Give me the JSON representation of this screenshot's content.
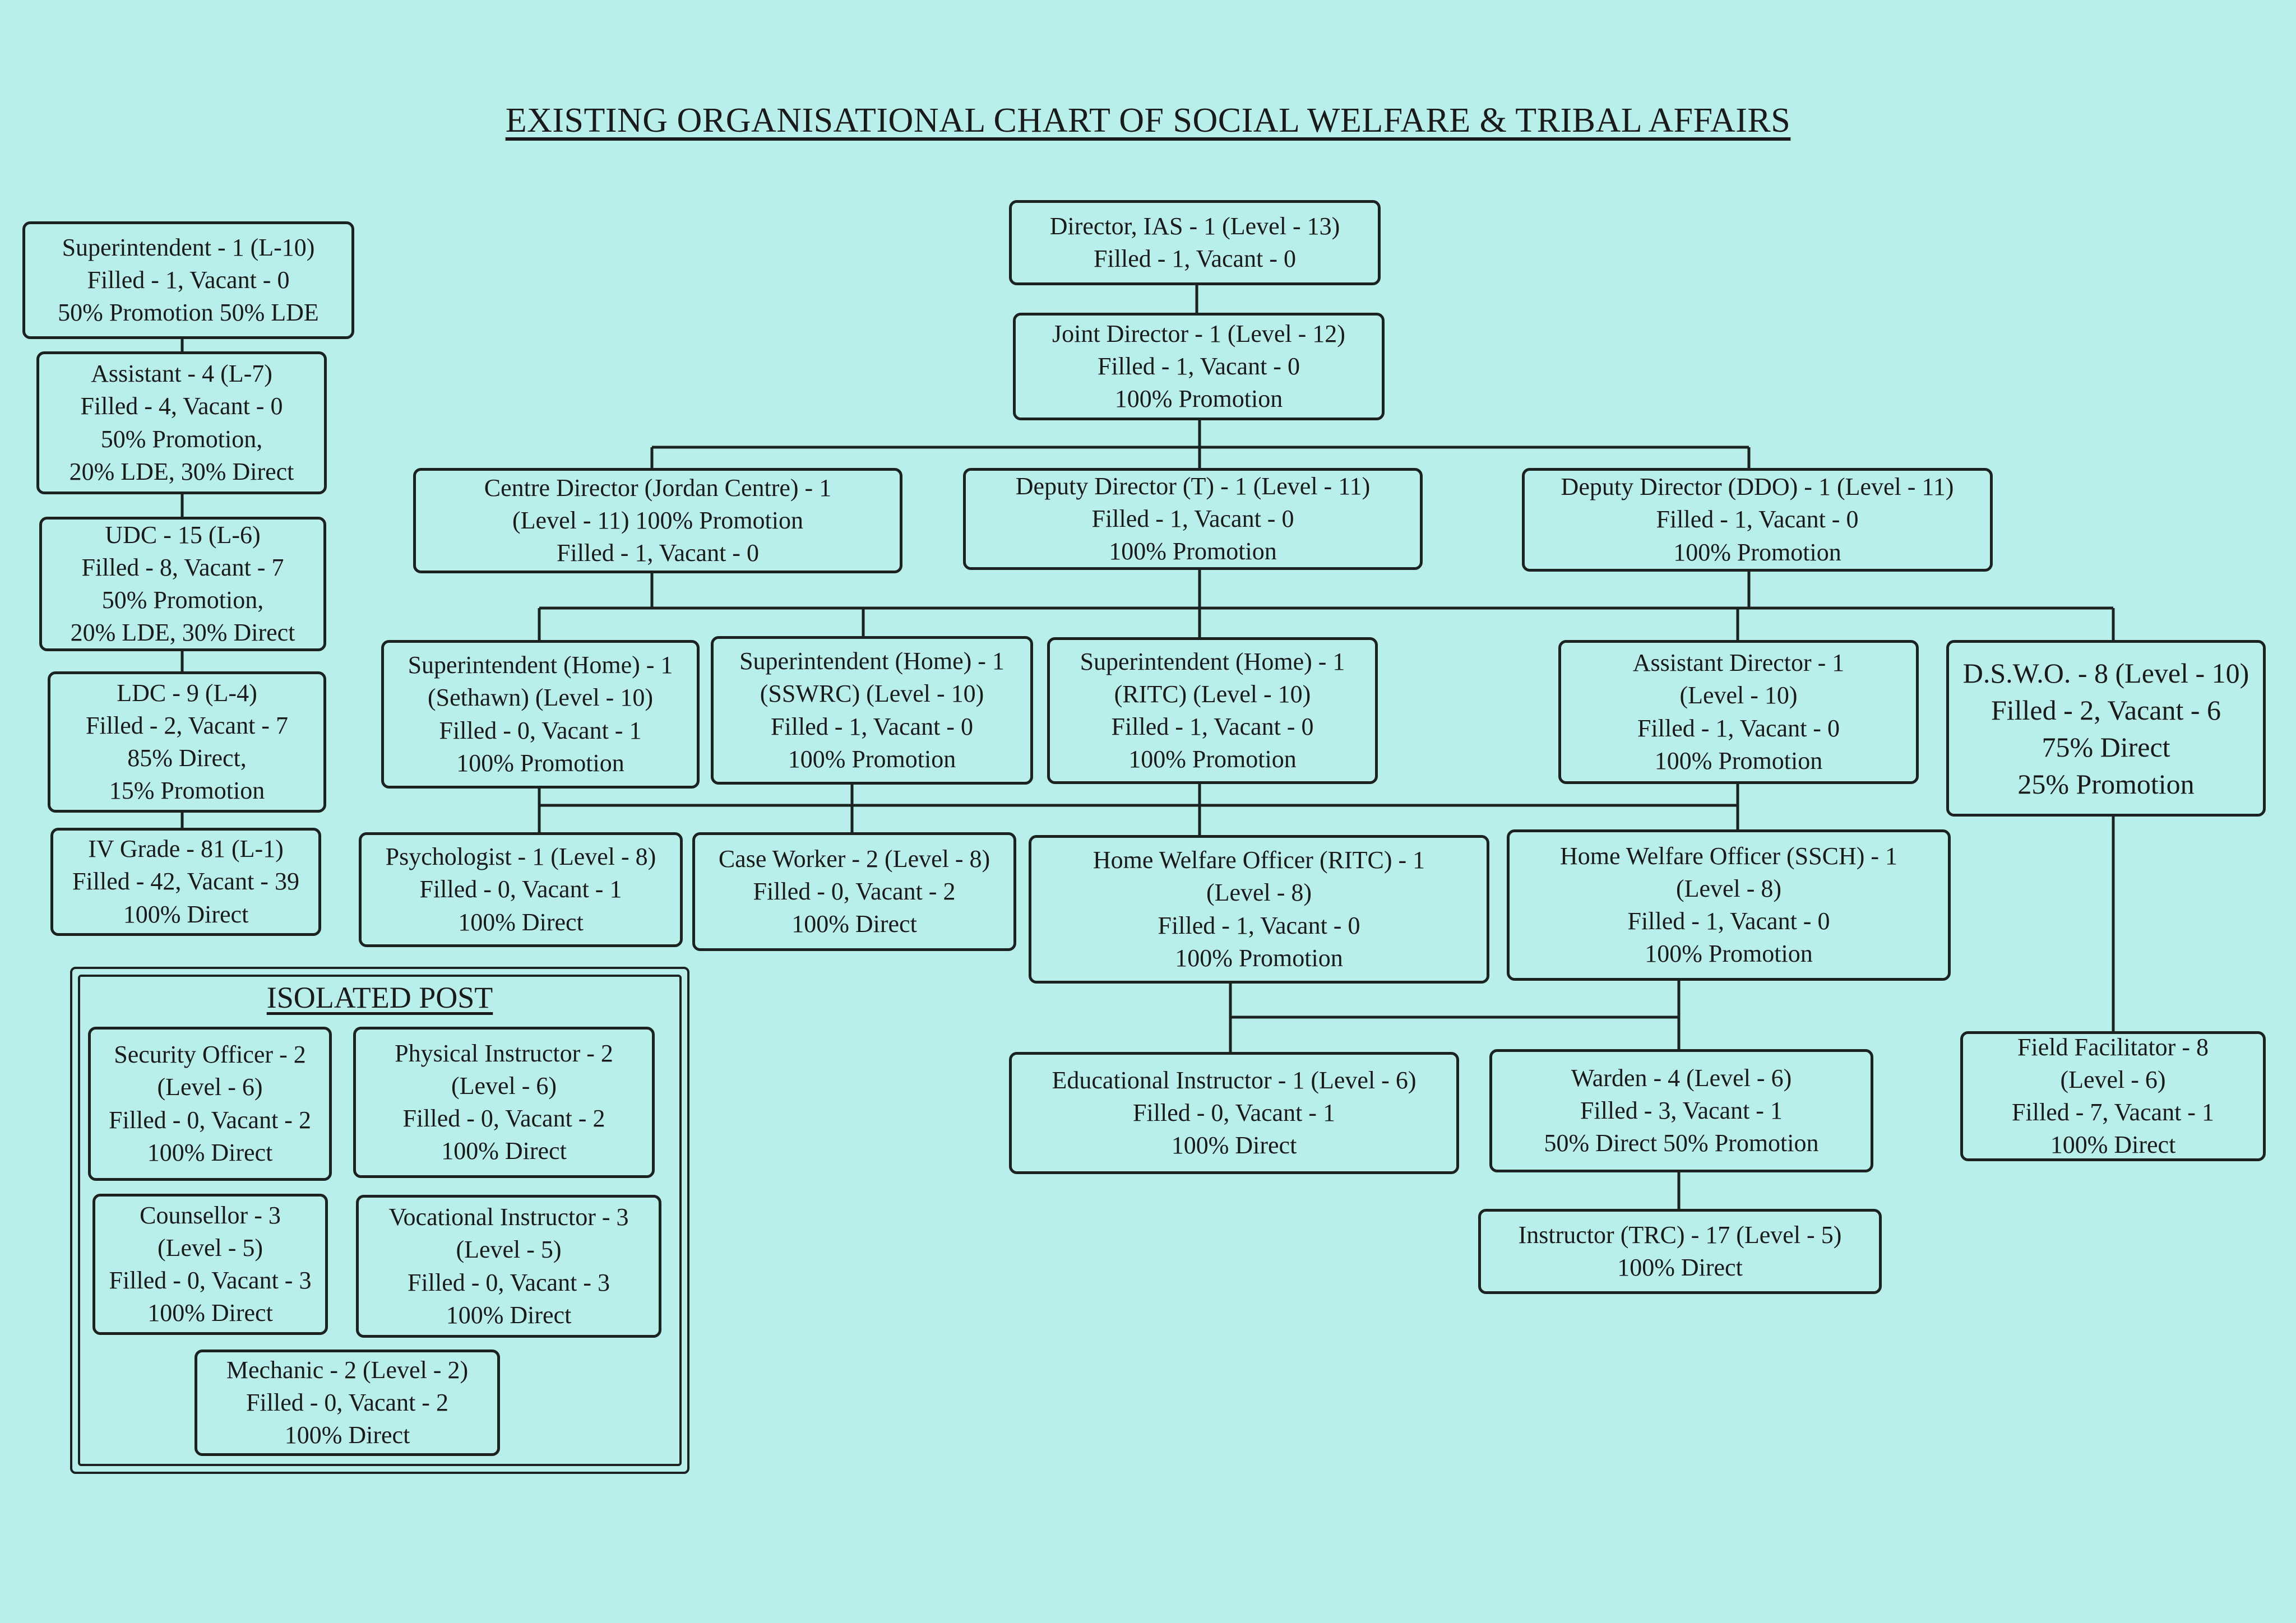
{
  "title": "EXISTING ORGANISATIONAL CHART  OF SOCIAL WELFARE & TRIBAL AFFAIRS",
  "isolated_title": "ISOLATED POST",
  "colors": {
    "background": "#b9efea",
    "line": "#1b2220"
  },
  "left_column": [
    {
      "id": "superintendent-l10",
      "lines": [
        "Superintendent - 1 (L-10)",
        "Filled - 1, Vacant - 0",
        "50% Promotion    50% LDE"
      ]
    },
    {
      "id": "assistant-l7",
      "lines": [
        "Assistant - 4 (L-7)",
        "Filled - 4, Vacant - 0",
        "50% Promotion,",
        "20% LDE, 30% Direct"
      ]
    },
    {
      "id": "udc-l6",
      "lines": [
        "UDC - 15 (L-6)",
        "Filled - 8, Vacant - 7",
        "50% Promotion,",
        "20% LDE, 30% Direct"
      ]
    },
    {
      "id": "ldc-l4",
      "lines": [
        "LDC - 9 (L-4)",
        "Filled - 2, Vacant - 7",
        "85% Direct,",
        "15% Promotion"
      ]
    },
    {
      "id": "iv-grade-l1",
      "lines": [
        "IV Grade - 81 (L-1)",
        "Filled - 42, Vacant - 39",
        "100% Direct"
      ]
    }
  ],
  "tree": [
    {
      "id": "director",
      "lines": [
        "Director, IAS - 1 (Level - 13)",
        "Filled - 1, Vacant - 0"
      ]
    },
    {
      "id": "joint-director",
      "lines": [
        "Joint Director - 1 (Level - 12)",
        "Filled - 1, Vacant - 0",
        "100% Promotion"
      ]
    },
    {
      "id": "centre-director",
      "lines": [
        "Centre Director (Jordan Centre) - 1",
        "(Level - 11) 100% Promotion",
        "Filled - 1, Vacant - 0"
      ]
    },
    {
      "id": "deputy-director-t",
      "lines": [
        "Deputy Director (T) - 1 (Level - 11)",
        "Filled - 1, Vacant - 0",
        "100% Promotion"
      ]
    },
    {
      "id": "deputy-director-ddo",
      "lines": [
        "Deputy Director (DDO) - 1 (Level - 11)",
        "Filled - 1, Vacant - 0",
        "100% Promotion"
      ]
    },
    {
      "id": "supt-home-sethawn",
      "lines": [
        "Superintendent (Home) - 1",
        "(Sethawn) (Level - 10)",
        "Filled - 0, Vacant - 1",
        "100% Promotion"
      ]
    },
    {
      "id": "supt-home-sswrc",
      "lines": [
        "Superintendent (Home) - 1",
        "(SSWRC) (Level - 10)",
        "Filled - 1, Vacant - 0",
        "100% Promotion"
      ]
    },
    {
      "id": "supt-home-ritc",
      "lines": [
        "Superintendent (Home) - 1",
        "(RITC) (Level - 10)",
        "Filled - 1, Vacant - 0",
        "100% Promotion"
      ]
    },
    {
      "id": "assistant-director",
      "lines": [
        "Assistant Director - 1",
        "(Level - 10)",
        "Filled - 1, Vacant - 0",
        "100% Promotion"
      ]
    },
    {
      "id": "dswo",
      "lines": [
        "D.S.W.O. - 8 (Level - 10)",
        "Filled - 2, Vacant - 6",
        "75% Direct",
        "25% Promotion"
      ]
    },
    {
      "id": "psychologist",
      "lines": [
        "Psychologist - 1 (Level - 8)",
        "Filled - 0, Vacant - 1",
        "100% Direct"
      ]
    },
    {
      "id": "case-worker",
      "lines": [
        "Case Worker - 2 (Level - 8)",
        "Filled - 0, Vacant - 2",
        "100% Direct"
      ]
    },
    {
      "id": "hwo-ritc",
      "lines": [
        "Home Welfare Officer (RITC) - 1",
        "(Level - 8)",
        "Filled - 1, Vacant - 0",
        "100% Promotion"
      ]
    },
    {
      "id": "hwo-ssch",
      "lines": [
        "Home Welfare Officer (SSCH) - 1",
        "(Level - 8)",
        "Filled - 1, Vacant - 0",
        "100% Promotion"
      ]
    },
    {
      "id": "educational-instructor",
      "lines": [
        "Educational Instructor - 1 (Level - 6)",
        "Filled - 0, Vacant - 1",
        "100% Direct"
      ]
    },
    {
      "id": "warden",
      "lines": [
        "Warden - 4 (Level - 6)",
        "Filled - 3, Vacant - 1",
        "50% Direct  50% Promotion"
      ]
    },
    {
      "id": "instructor-trc",
      "lines": [
        "Instructor (TRC) - 17 (Level - 5)",
        "100% Direct"
      ]
    },
    {
      "id": "field-facilitator",
      "lines": [
        "Field Facilitator - 8",
        "(Level - 6)",
        "Filled - 7, Vacant - 1",
        "100% Direct"
      ]
    }
  ],
  "isolated": [
    {
      "id": "security-officer",
      "lines": [
        "Security Officer - 2",
        "(Level - 6)",
        "Filled - 0, Vacant - 2",
        "100% Direct"
      ]
    },
    {
      "id": "physical-instructor",
      "lines": [
        "Physical Instructor - 2",
        "(Level - 6)",
        "Filled - 0, Vacant - 2",
        "100% Direct"
      ]
    },
    {
      "id": "counsellor",
      "lines": [
        "Counsellor - 3",
        "(Level - 5)",
        "Filled - 0, Vacant - 3",
        "100% Direct"
      ]
    },
    {
      "id": "vocational-instructor",
      "lines": [
        "Vocational Instructor - 3",
        "(Level - 5)",
        "Filled - 0, Vacant - 3",
        "100% Direct"
      ]
    },
    {
      "id": "mechanic",
      "lines": [
        "Mechanic - 2 (Level - 2)",
        "Filled - 0, Vacant - 2",
        "100% Direct"
      ]
    }
  ]
}
